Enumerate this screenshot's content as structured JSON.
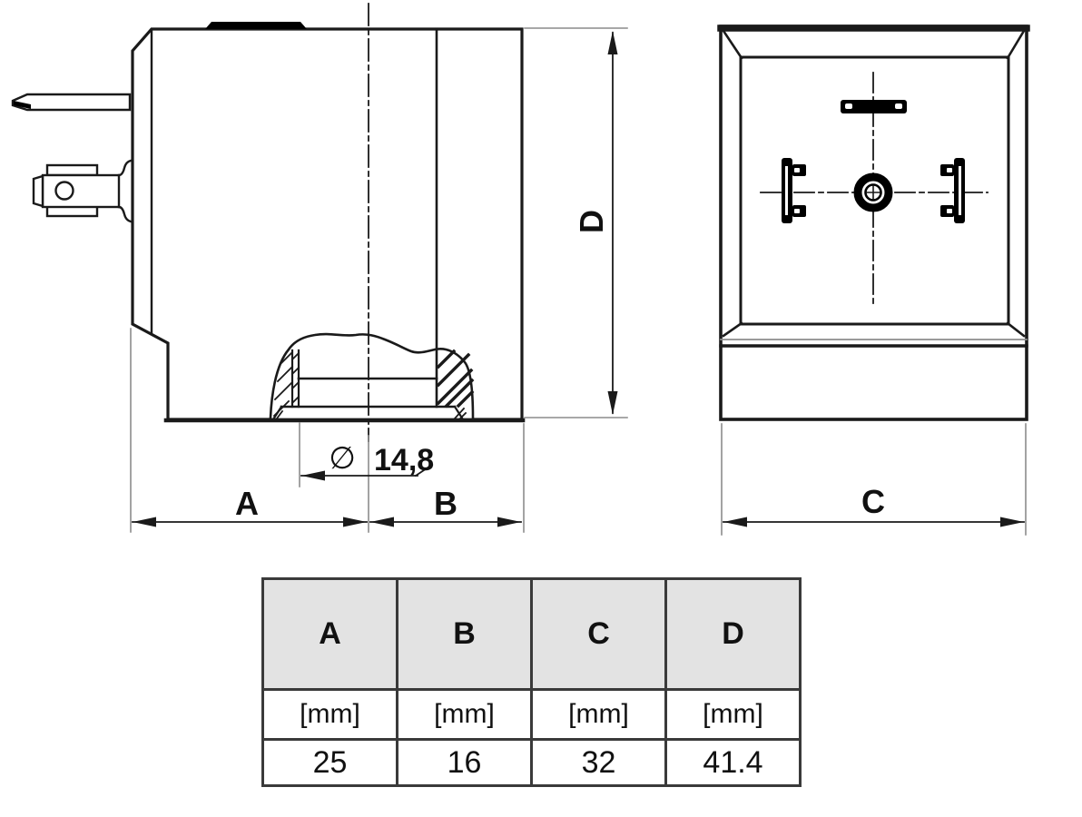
{
  "page": {
    "background": "#ffffff",
    "kind": "technical-dimension-drawing"
  },
  "drawing": {
    "views": {
      "side_view": "coil-side-cross-section-view",
      "front_view": "coil-front-view"
    },
    "line_color": "#1a1a1a",
    "extension_line_color": "#8c8c8c",
    "dim_labels": {
      "a": "A",
      "b": "B",
      "c": "C",
      "d": "D"
    },
    "diameter": {
      "symbol": "∅",
      "value": "14,8"
    }
  },
  "table": {
    "border_color": "#3a3a3a",
    "header_bg": "#e3e3e3",
    "columns": [
      {
        "label": "A",
        "unit": "[mm]",
        "value": "25"
      },
      {
        "label": "B",
        "unit": "[mm]",
        "value": "16"
      },
      {
        "label": "C",
        "unit": "[mm]",
        "value": "32"
      },
      {
        "label": "D",
        "unit": "[mm]",
        "value": "41.4"
      }
    ]
  }
}
